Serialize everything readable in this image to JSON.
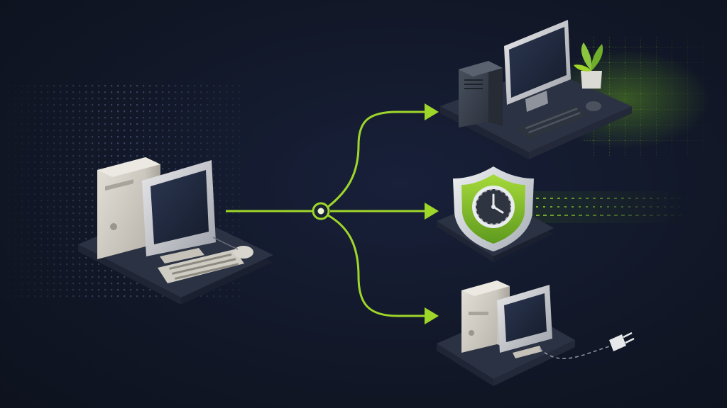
{
  "diagram": {
    "nodes": [
      {
        "id": "source-legacy-computer",
        "icon": "legacy-desktop-computer-icon"
      },
      {
        "id": "router-hub",
        "icon": "junction-node-icon"
      },
      {
        "id": "target-modern-workstation",
        "icon": "modern-desktop-workstation-icon"
      },
      {
        "id": "target-protected-schedule",
        "icon": "shield-clock-icon"
      },
      {
        "id": "target-offline-computer",
        "icon": "unplugged-computer-icon"
      }
    ],
    "edges": [
      {
        "from": "source-legacy-computer",
        "to": "router-hub"
      },
      {
        "from": "router-hub",
        "to": "target-modern-workstation"
      },
      {
        "from": "router-hub",
        "to": "target-protected-schedule"
      },
      {
        "from": "router-hub",
        "to": "target-offline-computer"
      }
    ],
    "decorations": [
      "plant-icon",
      "power-plug-icon",
      "dot-grid-pattern",
      "green-grid-glow",
      "green-dash-trail"
    ]
  },
  "colors": {
    "background": "#121826",
    "accent": "#9fd62a",
    "accent_dark": "#5f9a1c",
    "platform": "#2a3142",
    "platform_edge": "#1b2030",
    "device_beige": "#d6d3cb",
    "device_gray": "#3c4350",
    "screen": "#1c2438"
  }
}
